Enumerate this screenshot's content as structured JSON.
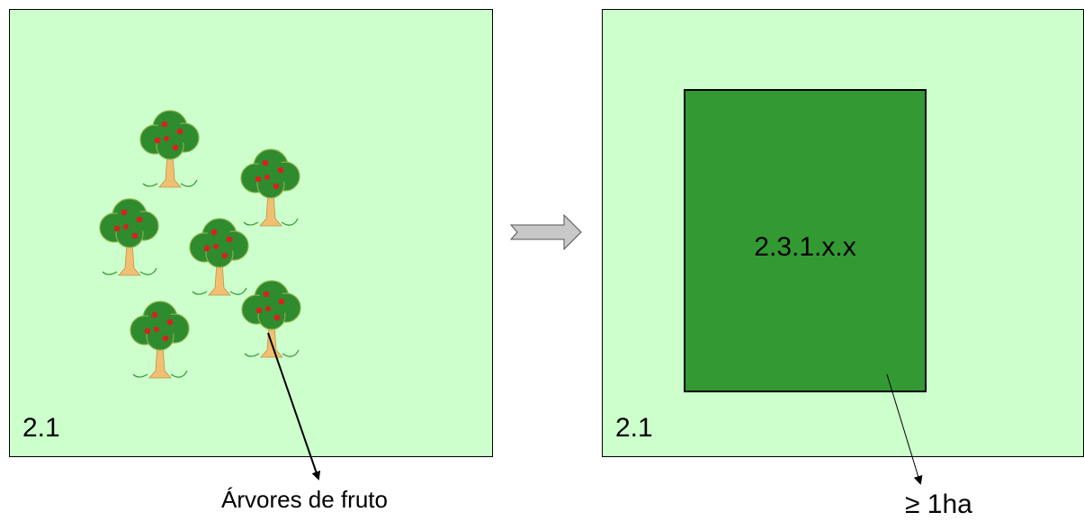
{
  "left_panel": {
    "label": "2.1",
    "caption": "Árvores de fruto"
  },
  "right_panel": {
    "label": "2.1",
    "inner_code": "2.3.1.x.x",
    "caption": "≥ 1ha"
  },
  "colors": {
    "panel_bg": "#ccffcc",
    "inner_rect": "#339933",
    "tree_foliage": "#2e8b2e",
    "fruit": "#d92020",
    "trunk": "#f0c070",
    "arrow_fill": "#c8c8c8"
  },
  "tree_count": 6
}
